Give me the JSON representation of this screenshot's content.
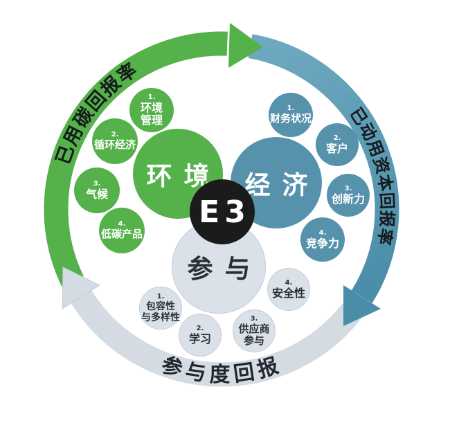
{
  "diagram_title": "E3",
  "colors": {
    "green": "#55b14a",
    "blue_circle": "#5792ad",
    "blue_arc_light": "#6ea8c0",
    "blue_arrow": "#4a8da8",
    "gray": "#d4dbe3",
    "gray_circle": "#dbe1e8",
    "black": "#1b1b1b",
    "white": "#ffffff",
    "arc_label_color": "#16191c"
  },
  "center": {
    "label": "E3"
  },
  "arcs": [
    {
      "name": "carbon-return-arc",
      "label": "已用碳回报率"
    },
    {
      "name": "capital-return-arc",
      "label": "已动用资本回报率"
    },
    {
      "name": "engagement-return-arc",
      "label": "参与度回报"
    }
  ],
  "groups": [
    {
      "name": "环境",
      "items": [
        {
          "num": "1.",
          "label": "环境\n管理"
        },
        {
          "num": "2.",
          "label": "循环经济"
        },
        {
          "num": "3.",
          "label": "气候"
        },
        {
          "num": "4.",
          "label": "低碳产品"
        }
      ]
    },
    {
      "name": "经济",
      "items": [
        {
          "num": "1.",
          "label": "财务状况"
        },
        {
          "num": "2.",
          "label": "客户"
        },
        {
          "num": "3.",
          "label": "创新力"
        },
        {
          "num": "4.",
          "label": "竞争力"
        }
      ]
    },
    {
      "name": "参与",
      "items": [
        {
          "num": "1.",
          "label": "包容性\n与多样性"
        },
        {
          "num": "2.",
          "label": "学习"
        },
        {
          "num": "3.",
          "label": "供应商\n参与"
        },
        {
          "num": "4.",
          "label": "安全性"
        }
      ]
    }
  ]
}
